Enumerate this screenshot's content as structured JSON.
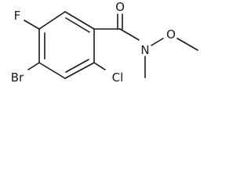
{
  "molecule": {
    "atoms": {
      "fluorine": "F",
      "bromine": "Br",
      "chlorine": "Cl",
      "carbonyl_oxygen": "O",
      "amide_nitrogen": "N",
      "methoxy_oxygen": "O"
    }
  }
}
